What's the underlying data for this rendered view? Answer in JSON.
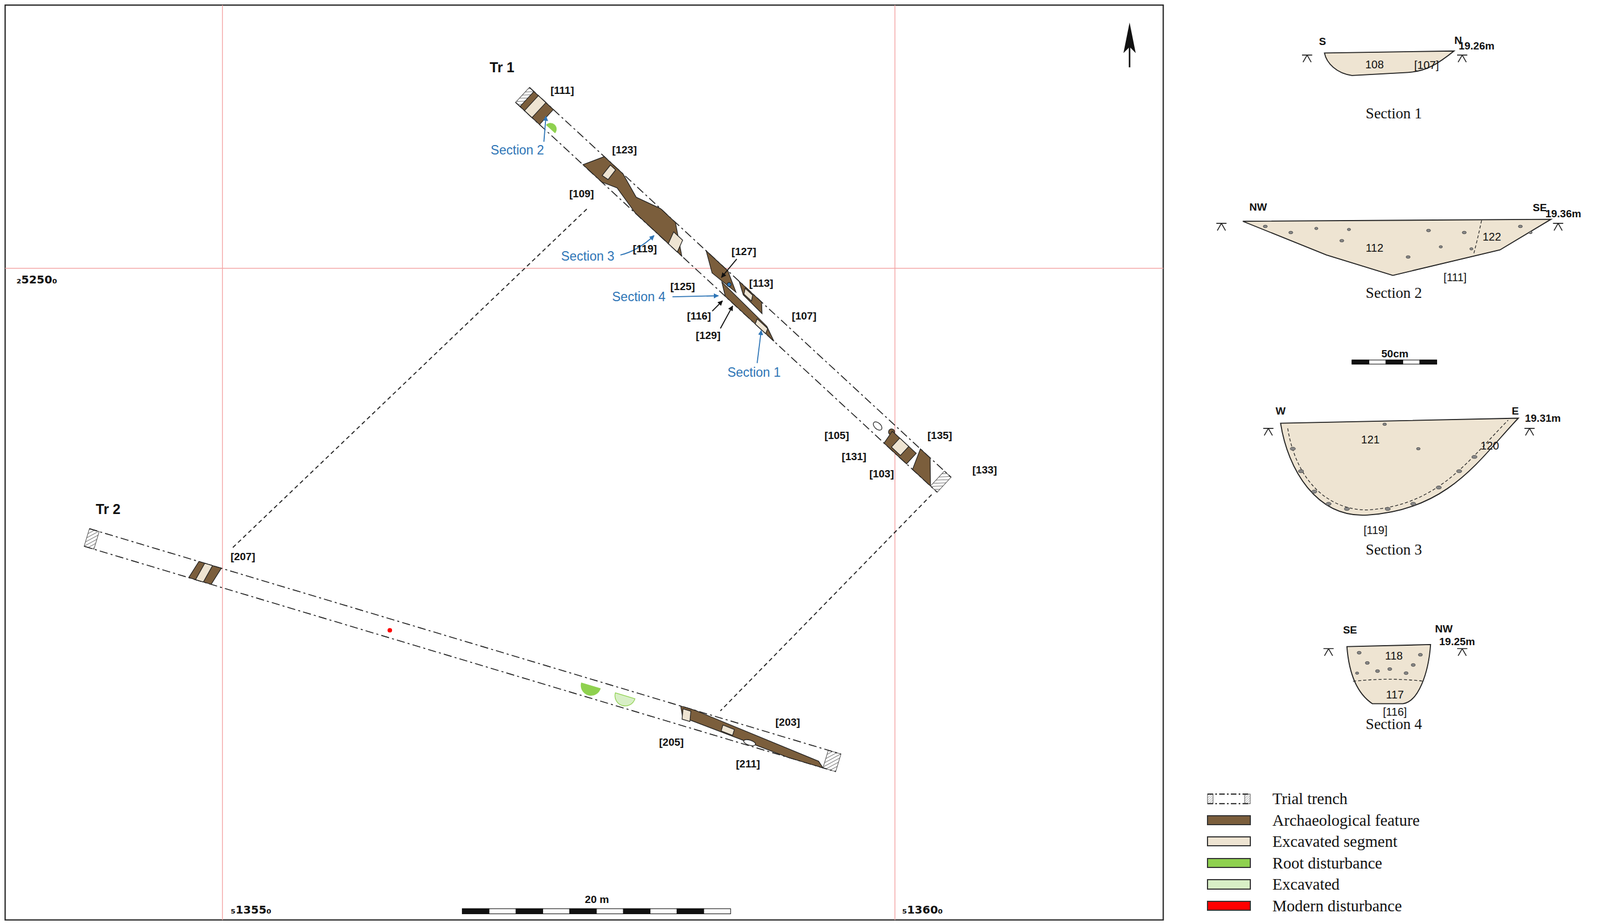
{
  "diagram": {
    "labels": [
      "Tr 1",
      "[111]",
      "Section 2",
      "[123]",
      "[109]",
      "Section 3",
      "[119]",
      "[127]",
      "[125]",
      "[113]",
      "Section 4",
      "[116]",
      "[107]",
      "[129]",
      "Section 1",
      "[105]",
      "[135]",
      "[131]",
      "[103]",
      "[133]",
      "Tr 2",
      "[207]",
      "[203]",
      "[205]",
      "[211]",
      "₂5250₀",
      "₅1355₀",
      "₅1360₀",
      "20 m",
      "S",
      "N",
      "19.26m",
      "108",
      "[107]",
      "Section 1",
      "NW",
      "SE",
      "19.36m",
      "112",
      "122",
      "[111]",
      "Section 2",
      "50cm",
      "W",
      "E",
      "19.31m",
      "121",
      "120",
      "[119]",
      "Section 3",
      "SE",
      "NW",
      "19.25m",
      "118",
      "117",
      "[116]",
      "Section 4"
    ],
    "legend": [
      {
        "text": "Trial trench"
      },
      {
        "text": "Archaeological feature",
        "color": "#7b5e3c"
      },
      {
        "text": "Excavated segment",
        "color": "#eee4d2"
      },
      {
        "text": "Root disturbance",
        "color": "#8fd14f"
      },
      {
        "text": "Excavated",
        "color": "#d8efc6"
      },
      {
        "text": "Modern disturbance",
        "color": "#ff0000"
      }
    ]
  }
}
